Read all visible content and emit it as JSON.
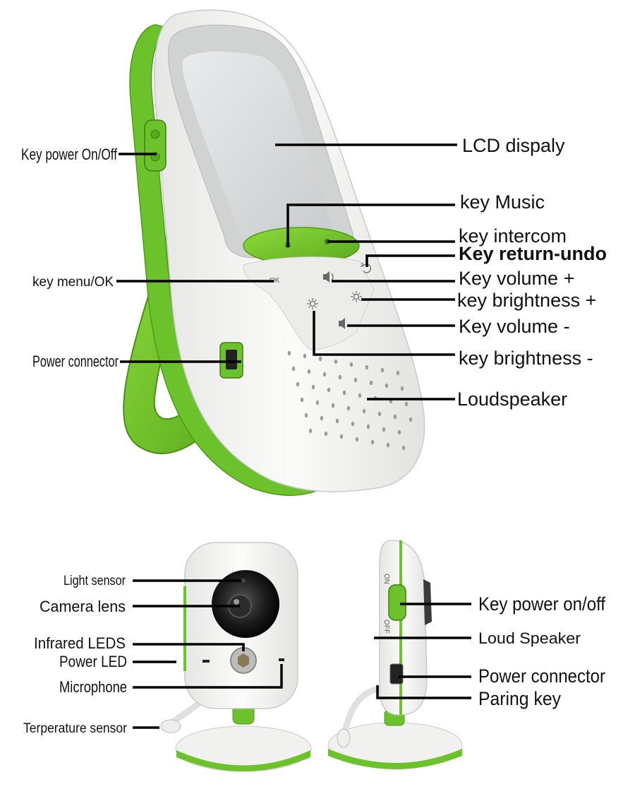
{
  "colors": {
    "accent_green": "#6cc22a",
    "dark_green": "#4f9a17",
    "body_white": "#f3f4f2",
    "screen_grey": "#d8dadb",
    "leader_black": "#000000"
  },
  "parent_unit": {
    "labels": {
      "lcd_display": "LCD dispaly",
      "key_music": "key Music",
      "key_intercom": "key intercom",
      "key_return_undo": "Key return-undo",
      "key_volume_plus": "Key volume +",
      "key_brightness_plus": "key brightness +",
      "key_volume_minus": "Key volume -",
      "key_brightness_minus": "key brightness -",
      "loudspeaker": "Loudspeaker",
      "key_power_onoff": "Key power On/Off",
      "key_menu_ok": "key menu/OK",
      "power_connector": "Power connector"
    },
    "device_text": {
      "ok_key": "OK"
    },
    "icons": {
      "volume_plus": "speaker-plus-icon",
      "volume_minus": "speaker-minus-icon",
      "brightness_plus": "sun-plus-icon",
      "brightness_minus": "sun-minus-icon",
      "return_undo": "undo-arrow-icon"
    }
  },
  "baby_unit": {
    "labels": {
      "light_sensor": "Light sensor",
      "camera_lens": "Camera lens",
      "infrared_leds": "Infrared LEDS",
      "power_led": "Power LED",
      "microphone": "Microphone",
      "temperature_sensor": "Terperature sensor"
    }
  },
  "baby_unit_side": {
    "labels": {
      "key_power_onoff": "Key power on/off",
      "loud_speaker": "Loud Speaker",
      "power_connector": "Power connector",
      "pairing_key": "Paring key"
    },
    "device_text": {
      "on": "ON",
      "off": "OFF"
    }
  }
}
